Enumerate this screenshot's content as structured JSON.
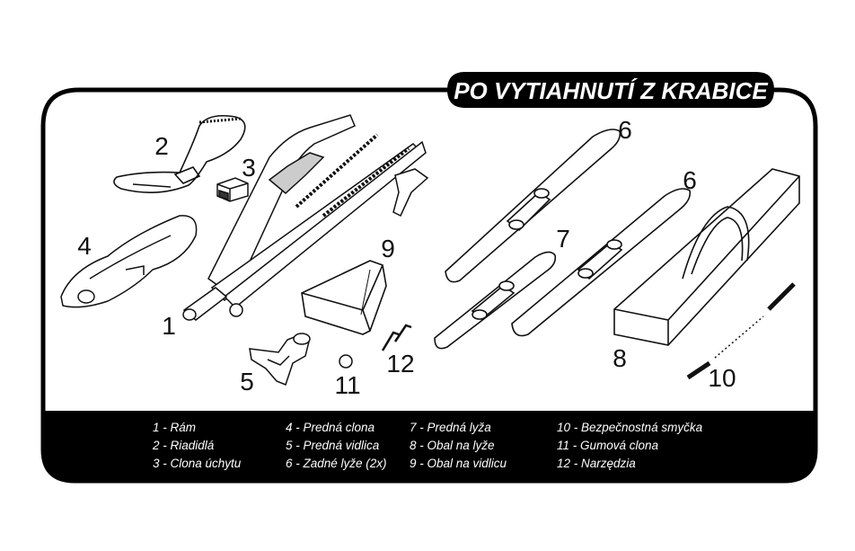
{
  "title": "PO VYTIAHNUTÍ Z KRABICE",
  "part_numbers": [
    "1",
    "2",
    "3",
    "4",
    "5",
    "6",
    "6",
    "7",
    "8",
    "9",
    "10",
    "11",
    "12"
  ],
  "legend": {
    "col1": [
      "1 - Rám",
      "2 - Riadidlá",
      "3 - Clona úchytu"
    ],
    "col2": [
      "4 - Predná clona",
      "5 - Predná vidlica",
      "6 - Zadné lyže (2x)"
    ],
    "col3": [
      "7 - Predná lyža",
      "8 - Obal na lyže",
      "9 - Obal na vidlicu"
    ],
    "col4": [
      "10 - Bezpečnostná smyčka",
      "11 - Gumová clona",
      "12 - Narzędzia"
    ]
  },
  "colors": {
    "frame": "#000000",
    "legend_bg": "#000000",
    "legend_text": "#ffffff"
  }
}
